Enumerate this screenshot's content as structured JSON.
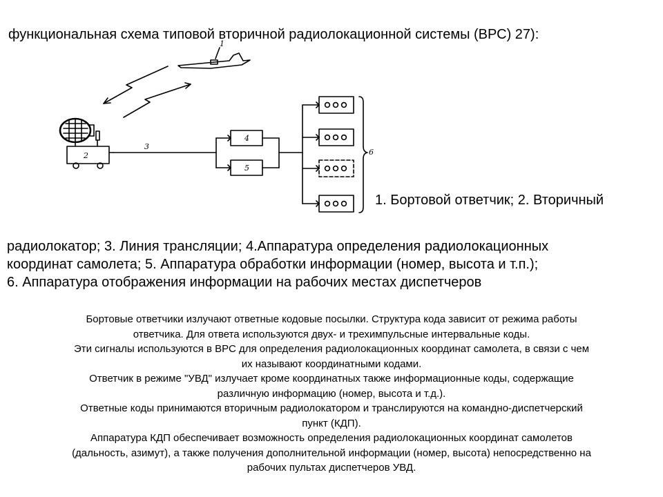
{
  "slide": {
    "title": "функциональная схема типовой вторичной радиолокационной системы (ВРС) 27):"
  },
  "diagram": {
    "labels": {
      "aircraft": "1",
      "radar": "2",
      "link": "3",
      "block4": "4",
      "block5": "5",
      "displays": "6"
    }
  },
  "caption": {
    "start": "1. Бортовой ответчик; 2. Вторичный",
    "lines": [
      "радиолокатор; 3. Линия трансляции; 4.Аппаратура определения радиолокационных",
      "координат самолета; 5. Аппаратура обработки информации (номер, высота и т.п.);",
      "6. Аппаратура отображения информации на рабочих местах диспетчеров"
    ]
  },
  "notes": {
    "lines": [
      "Бортовые ответчики излучают ответные кодовые посылки. Структура кода зависит от режима работы",
      "ответчика. Для ответа используются двух- и трехимпульсные интервальные коды.",
      "Эти сигналы используются в ВРС для определения радиолокационных координат самолета, в связи с чем",
      "их называют координатными кодами.",
      "Ответчик в режиме \"УВД\" излучает кроме координатных также информационные коды, содержащие",
      "различную информацию (номер, высота и т.д.).",
      "Ответные коды принимаются вторичным радиолокатором и транслируются на командно-диспетчерский",
      "пункт (КДП).",
      "Аппаратура КДП обеспечивает возможность определения радиолокационных координат самолетов",
      "(дальность, азимут), а также получения дополнительной информации (номер, высота) непосредственно на",
      "рабочих пультах диспетчеров УВД."
    ]
  }
}
